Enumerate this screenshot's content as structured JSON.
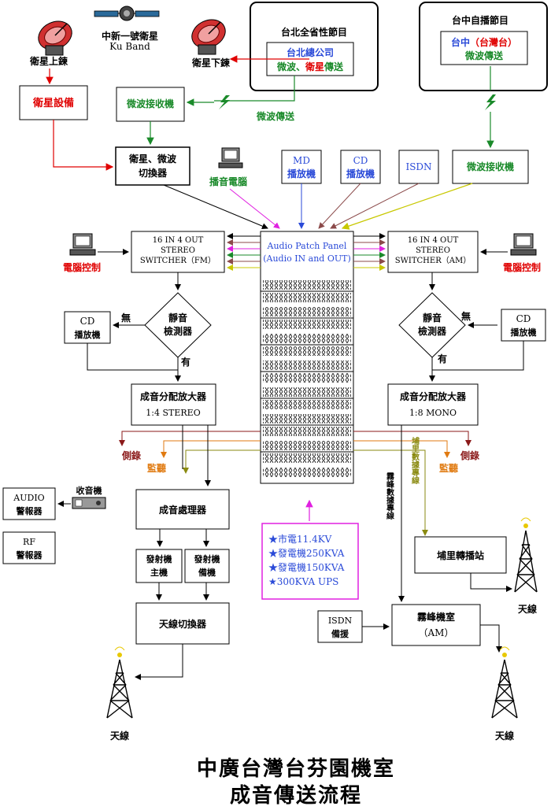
{
  "colors": {
    "red": "#e00000",
    "green": "#1a8a2a",
    "blue": "#2a4ad8",
    "magenta": "#e020e0",
    "gold": "#c8c800",
    "maroon": "#8b1a1a",
    "orange": "#e07a10",
    "olive": "#8a8a10",
    "black": "#000000"
  },
  "satellite": {
    "line1": "中新一號衛星",
    "line2": "Ku Band"
  },
  "dish_uplink_label": "衛星上鍊",
  "dish_downlink_label": "衛星下鍊",
  "taipei_box": {
    "title": "台北全省性節目",
    "inner_line1": "台北總公司",
    "inner_line2a": "微波、",
    "inner_line2b": "衛星",
    "inner_line2c": "傳送"
  },
  "taichung_box": {
    "title": "台中自播節目",
    "inner_line1a": "台中",
    "inner_line1b": "（台灣台）",
    "inner_line2": "微波傳送"
  },
  "sat_equipment": "衛星設備",
  "microwave_rx_top": "微波接收機",
  "microwave_tx_label": "微波傳送",
  "sat_mw_switch": {
    "line1": "衛星、微波",
    "line2": "切換器"
  },
  "playback_pc": "播音電腦",
  "md_player": {
    "line1": "MD",
    "line2": "播放機"
  },
  "cd_player_top": {
    "line1": "CD",
    "line2": "播放機"
  },
  "isdn_top": "ISDN",
  "microwave_rx_right": "微波接收機",
  "switcher_fm": {
    "line1": "16 IN 4 OUT",
    "line2": "STEREO",
    "line3": "SWITCHER（FM）"
  },
  "switcher_am": {
    "line1": "16 IN 4 OUT",
    "line2": "STEREO",
    "line3": "SWITCHER（AM）"
  },
  "patch_panel": {
    "line1": "Audio Patch Panel",
    "line2": "(Audio IN and OUT)"
  },
  "pc_control_left": "電腦控制",
  "pc_control_right": "電腦控制",
  "cd_left": {
    "line1": "CD",
    "line2": "播放機"
  },
  "cd_right": {
    "line1": "CD",
    "line2": "播放機"
  },
  "detector_left": {
    "line1": "靜音",
    "line2": "檢測器"
  },
  "detector_right": {
    "line1": "靜音",
    "line2": "檢測器"
  },
  "label_no_left": "無",
  "label_yes_left": "有",
  "label_no_right": "無",
  "label_yes_right": "有",
  "dist_amp_fm": {
    "line1": "成音分配放大器",
    "line2": "1:4  STEREO"
  },
  "dist_amp_am": {
    "line1": "成音分配放大器",
    "line2": "1:8  MONO"
  },
  "record_left": "側錄",
  "monitor_left": "監聽",
  "record_right": "側錄",
  "monitor_right": "監聽",
  "audio_alarm": {
    "line1": "AUDIO",
    "line2": "警報器"
  },
  "rf_alarm": {
    "line1": "RF",
    "line2": "警報器"
  },
  "receiver": "收音機",
  "audio_processor": "成音處理器",
  "tx_main": {
    "line1": "發射機",
    "line2": "主機"
  },
  "tx_backup": {
    "line1": "發射機",
    "line2": "備機"
  },
  "antenna_switch": "天線切換器",
  "power_box": {
    "line1": "★市電11.4KV",
    "line2": "★發電機250KVA",
    "line3": "★發電機150KVA",
    "line4": "★300KVA UPS"
  },
  "isdn_backup": {
    "line1": "ISDN",
    "line2": "備援"
  },
  "am_room": {
    "line1": "霧峰機室",
    "line2": "（AM）"
  },
  "relay_station": "埔里轉播站",
  "wufeng_line": "霧峰數據專線",
  "puli_line": "埔里數據專線",
  "antenna_left": "天線",
  "antenna_right_bottom": "天線",
  "antenna_right_top": "天線",
  "footer_title_1": "中廣台灣台芬園機室",
  "footer_title_2": "成音傳送流程"
}
